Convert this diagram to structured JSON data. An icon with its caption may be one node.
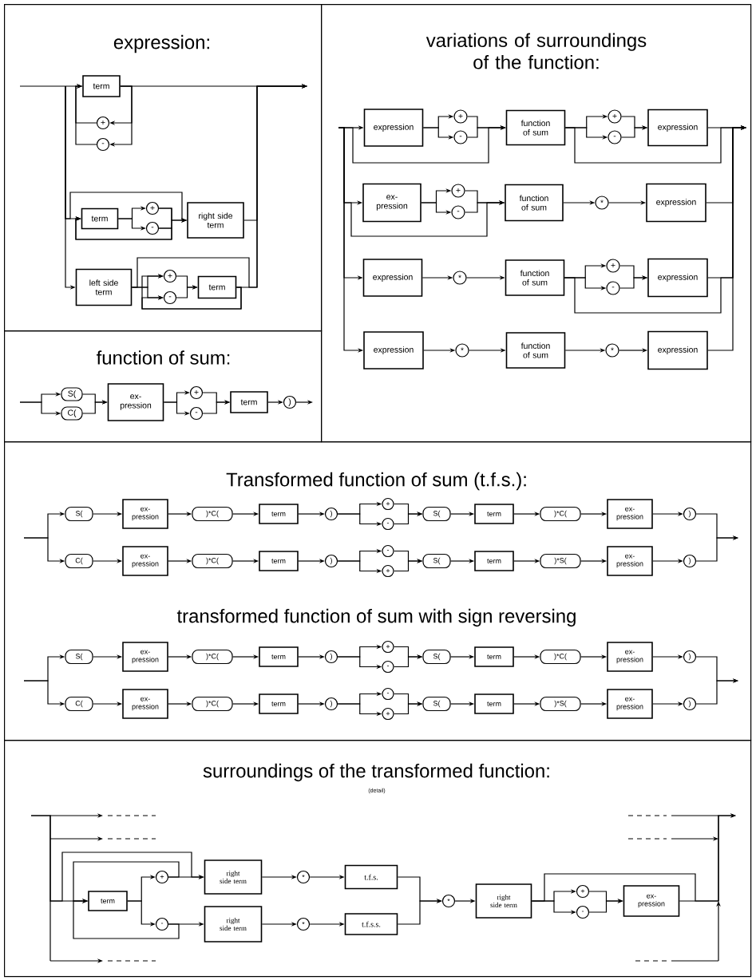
{
  "diagram": {
    "nodes": [
      {
        "text": [
          "expression:"
        ]
      },
      {
        "text": [
          "term"
        ],
        "in": 0
      },
      {
        "text": [
          "+"
        ],
        "in": 0
      },
      {
        "text": [
          "-"
        ],
        "in": 0
      },
      {
        "text": [
          "term"
        ],
        "in": 0
      },
      {
        "text": [
          "+"
        ],
        "in": 0
      },
      {
        "text": [
          "-"
        ],
        "in": 0
      },
      {
        "text": [
          "right side term"
        ],
        "in": 0
      },
      {
        "text": [
          "left side term"
        ],
        "in": 0
      },
      {
        "text": [
          "+"
        ],
        "in": 0
      },
      {
        "text": [
          "-"
        ],
        "in": 0
      },
      {
        "text": [
          "term"
        ],
        "in": 0
      },
      {
        "text": [
          "function of sum:"
        ]
      },
      {
        "text": [
          "S("
        ],
        "in": 12
      },
      {
        "text": [
          "C("
        ],
        "in": 12
      },
      {
        "text": [
          "ex- pression"
        ],
        "in": 12
      },
      {
        "text": [
          "+"
        ],
        "in": 12
      },
      {
        "text": [
          "-"
        ],
        "in": 12
      },
      {
        "text": [
          "term"
        ],
        "in": 12
      },
      {
        "text": [
          ")"
        ],
        "in": 12
      },
      {
        "text": [
          "variations of surroundings of the function:"
        ]
      },
      {
        "text": [
          "expression"
        ],
        "in": 20
      },
      {
        "text": [
          "+"
        ],
        "in": 20
      },
      {
        "text": [
          "-"
        ],
        "in": 20
      },
      {
        "text": [
          "function of sum"
        ],
        "in": 20
      },
      {
        "text": [
          "+"
        ],
        "in": 20
      },
      {
        "text": [
          "-"
        ],
        "in": 20
      },
      {
        "text": [
          "expression"
        ],
        "in": 20
      },
      {
        "text": [
          "ex- pression"
        ],
        "in": 20
      },
      {
        "text": [
          "+"
        ],
        "in": 20
      },
      {
        "text": [
          "-"
        ],
        "in": 20
      },
      {
        "text": [
          "function of sum"
        ],
        "in": 20
      },
      {
        "text": [
          "*"
        ],
        "in": 20
      },
      {
        "text": [
          "expression"
        ],
        "in": 20
      },
      {
        "text": [
          "expression"
        ],
        "in": 20
      },
      {
        "text": [
          "*"
        ],
        "in": 20
      },
      {
        "text": [
          "function of sum"
        ],
        "in": 20
      },
      {
        "text": [
          "+"
        ],
        "in": 20
      },
      {
        "text": [
          "-"
        ],
        "in": 20
      },
      {
        "text": [
          "expression"
        ],
        "in": 20
      },
      {
        "text": [
          "expression"
        ],
        "in": 20
      },
      {
        "text": [
          "*"
        ],
        "in": 20
      },
      {
        "text": [
          "function of sum"
        ],
        "in": 20
      },
      {
        "text": [
          "*"
        ],
        "in": 20
      },
      {
        "text": [
          "expression"
        ],
        "in": 20
      },
      {
        "text": [
          "Transformed function of sum (t.f.s.):",
          "transformed function of sum with sign reversing"
        ]
      },
      {
        "text": [
          "S("
        ],
        "in": 45
      },
      {
        "text": [
          "ex- pression"
        ],
        "in": 45
      },
      {
        "text": [
          ")*C("
        ],
        "in": 45
      },
      {
        "text": [
          "term"
        ],
        "in": 45
      },
      {
        "text": [
          ")"
        ],
        "in": 45
      },
      {
        "text": [
          "+"
        ],
        "in": 45
      },
      {
        "text": [
          "-"
        ],
        "in": 45
      },
      {
        "text": [
          "S("
        ],
        "in": 45
      },
      {
        "text": [
          "term"
        ],
        "in": 45
      },
      {
        "text": [
          ")*C("
        ],
        "in": 45
      },
      {
        "text": [
          "ex- pression"
        ],
        "in": 45
      },
      {
        "text": [
          ")"
        ],
        "in": 45
      },
      {
        "text": [
          "C("
        ],
        "in": 45
      },
      {
        "text": [
          "ex- pression"
        ],
        "in": 45
      },
      {
        "text": [
          ")*C("
        ],
        "in": 45
      },
      {
        "text": [
          "term"
        ],
        "in": 45
      },
      {
        "text": [
          ")"
        ],
        "in": 45
      },
      {
        "text": [
          "-"
        ],
        "in": 45
      },
      {
        "text": [
          "+"
        ],
        "in": 45
      },
      {
        "text": [
          "S("
        ],
        "in": 45
      },
      {
        "text": [
          "term"
        ],
        "in": 45
      },
      {
        "text": [
          ")*S("
        ],
        "in": 45
      },
      {
        "text": [
          "ex- pression"
        ],
        "in": 45
      },
      {
        "text": [
          ")"
        ],
        "in": 45
      },
      {
        "text": [
          "S("
        ],
        "in": 45
      },
      {
        "text": [
          "ex- pression"
        ],
        "in": 45
      },
      {
        "text": [
          ")*C("
        ],
        "in": 45
      },
      {
        "text": [
          "term"
        ],
        "in": 45
      },
      {
        "text": [
          ")"
        ],
        "in": 45
      },
      {
        "text": [
          "+"
        ],
        "in": 45
      },
      {
        "text": [
          "-"
        ],
        "in": 45
      },
      {
        "text": [
          "S("
        ],
        "in": 45
      },
      {
        "text": [
          "term"
        ],
        "in": 45
      },
      {
        "text": [
          ")*C("
        ],
        "in": 45
      },
      {
        "text": [
          "ex- pression"
        ],
        "in": 45
      },
      {
        "text": [
          ")"
        ],
        "in": 45
      },
      {
        "text": [
          "C("
        ],
        "in": 45
      },
      {
        "text": [
          "ex- pression"
        ],
        "in": 45
      },
      {
        "text": [
          ")*C("
        ],
        "in": 45
      },
      {
        "text": [
          "term"
        ],
        "in": 45
      },
      {
        "text": [
          ")"
        ],
        "in": 45
      },
      {
        "text": [
          "-"
        ],
        "in": 45
      },
      {
        "text": [
          "+"
        ],
        "in": 45
      },
      {
        "text": [
          "S("
        ],
        "in": 45
      },
      {
        "text": [
          "term"
        ],
        "in": 45
      },
      {
        "text": [
          ")*S("
        ],
        "in": 45
      },
      {
        "text": [
          "ex- pression"
        ],
        "in": 45
      },
      {
        "text": [
          ")"
        ],
        "in": 45
      },
      {
        "text": [
          "surroundings of the transformed function:",
          "(detail)"
        ]
      },
      {
        "text": [
          "term"
        ],
        "in": 94
      },
      {
        "text": [
          "+"
        ],
        "in": 94
      },
      {
        "text": [
          "-"
        ],
        "in": 94
      },
      {
        "text": [
          "right side term"
        ],
        "in": 94
      },
      {
        "text": [
          "right side term"
        ],
        "in": 94
      },
      {
        "text": [
          "*"
        ],
        "in": 94
      },
      {
        "text": [
          "*"
        ],
        "in": 94
      },
      {
        "text": [
          "t.f.s."
        ],
        "in": 94
      },
      {
        "text": [
          "t.f.s.s."
        ],
        "in": 94
      },
      {
        "text": [
          "*"
        ],
        "in": 94
      },
      {
        "text": [
          "right side term"
        ],
        "in": 94
      },
      {
        "text": [
          "+"
        ],
        "in": 94
      },
      {
        "text": [
          "-"
        ],
        "in": 94
      },
      {
        "text": [
          "ex- pression"
        ],
        "in": 94
      }
    ],
    "edges": [
      {
        "from": null,
        "to": 1,
        "arrow": "to"
      },
      {
        "from": 1,
        "to": 2,
        "arrow": "to"
      },
      {
        "from": 1,
        "to": 3,
        "arrow": "to"
      },
      {
        "from": 2,
        "to": 1,
        "arrow": "to"
      },
      {
        "from": 3,
        "to": 1,
        "arrow": "to"
      },
      {
        "from": 1,
        "to": null,
        "arrow": "to"
      },
      {
        "from": null,
        "to": 4,
        "arrow": "to"
      },
      {
        "from": null,
        "to": 7,
        "arrow": "to"
      },
      {
        "from": 4,
        "to": 5,
        "arrow": "to"
      },
      {
        "from": 4,
        "to": 6,
        "arrow": "to"
      },
      {
        "from": 5,
        "to": 7,
        "arrow": "to"
      },
      {
        "from": 6,
        "to": 7,
        "arrow": "to"
      },
      {
        "from": 5,
        "to": 4,
        "arrow": "to"
      },
      {
        "from": 6,
        "to": 4,
        "arrow": "to"
      },
      {
        "from": 7,
        "to": null,
        "arrow": "to"
      },
      {
        "from": null,
        "to": 8,
        "arrow": "to"
      },
      {
        "from": 8,
        "to": 9,
        "arrow": "to"
      },
      {
        "from": 8,
        "to": 10,
        "arrow": "to"
      },
      {
        "from": 9,
        "to": 11,
        "arrow": "to"
      },
      {
        "from": 10,
        "to": 11,
        "arrow": "to"
      },
      {
        "from": 11,
        "to": 9,
        "arrow": "to"
      },
      {
        "from": 11,
        "to": 10,
        "arrow": "to"
      },
      {
        "from": 11,
        "to": null,
        "arrow": "to"
      },
      {
        "from": 8,
        "to": null,
        "arrow": "to"
      },
      {
        "from": null,
        "to": 13,
        "arrow": "to"
      },
      {
        "from": null,
        "to": 14,
        "arrow": "to"
      },
      {
        "from": 13,
        "to": 15,
        "arrow": "to"
      },
      {
        "from": 14,
        "to": 15,
        "arrow": "to"
      },
      {
        "from": 15,
        "to": 16,
        "arrow": "to"
      },
      {
        "from": 15,
        "to": 17,
        "arrow": "to"
      },
      {
        "from": 16,
        "to": 18,
        "arrow": "to"
      },
      {
        "from": 17,
        "to": 18,
        "arrow": "to"
      },
      {
        "from": 18,
        "to": 19,
        "arrow": "to"
      },
      {
        "from": 19,
        "to": null,
        "arrow": "to"
      },
      {
        "from": null,
        "to": 21,
        "arrow": "to"
      },
      {
        "from": null,
        "to": 24,
        "arrow": "to"
      },
      {
        "from": 21,
        "to": 22,
        "arrow": "to"
      },
      {
        "from": 21,
        "to": 23,
        "arrow": "to"
      },
      {
        "from": 22,
        "to": 24,
        "arrow": "to"
      },
      {
        "from": 23,
        "to": 24,
        "arrow": "to"
      },
      {
        "from": 24,
        "to": 25,
        "arrow": "to"
      },
      {
        "from": 24,
        "to": 26,
        "arrow": "to"
      },
      {
        "from": 24,
        "to": null,
        "arrow": "to"
      },
      {
        "from": 25,
        "to": 27,
        "arrow": "to"
      },
      {
        "from": 26,
        "to": 27,
        "arrow": "to"
      },
      {
        "from": 27,
        "to": null,
        "arrow": "to"
      },
      {
        "from": null,
        "to": 28,
        "arrow": "to"
      },
      {
        "from": null,
        "to": 31,
        "arrow": "to"
      },
      {
        "from": 28,
        "to": 29,
        "arrow": "to"
      },
      {
        "from": 28,
        "to": 30,
        "arrow": "to"
      },
      {
        "from": 29,
        "to": 31,
        "arrow": "to"
      },
      {
        "from": 30,
        "to": 31,
        "arrow": "to"
      },
      {
        "from": 31,
        "to": 32,
        "arrow": "to"
      },
      {
        "from": 32,
        "to": 33,
        "arrow": "to"
      },
      {
        "from": 33,
        "to": null,
        "arrow": "to"
      },
      {
        "from": null,
        "to": 34,
        "arrow": "to"
      },
      {
        "from": 34,
        "to": 35,
        "arrow": "to"
      },
      {
        "from": 35,
        "to": 36,
        "arrow": "to"
      },
      {
        "from": 36,
        "to": 37,
        "arrow": "to"
      },
      {
        "from": 36,
        "to": 38,
        "arrow": "to"
      },
      {
        "from": 36,
        "to": null,
        "arrow": "to"
      },
      {
        "from": 37,
        "to": 39,
        "arrow": "to"
      },
      {
        "from": 38,
        "to": 39,
        "arrow": "to"
      },
      {
        "from": 39,
        "to": null,
        "arrow": "to"
      },
      {
        "from": null,
        "to": 40,
        "arrow": "to"
      },
      {
        "from": 40,
        "to": 41,
        "arrow": "to"
      },
      {
        "from": 41,
        "to": 42,
        "arrow": "to"
      },
      {
        "from": 42,
        "to": 43,
        "arrow": "to"
      },
      {
        "from": 43,
        "to": 44,
        "arrow": "to"
      },
      {
        "from": 44,
        "to": null,
        "arrow": "to"
      },
      {
        "from": null,
        "to": 46,
        "arrow": "to"
      },
      {
        "from": null,
        "to": 58,
        "arrow": "to"
      },
      {
        "from": 46,
        "to": 47,
        "arrow": "to"
      },
      {
        "from": 47,
        "to": 48,
        "arrow": "to"
      },
      {
        "from": 48,
        "to": 49,
        "arrow": "to"
      },
      {
        "from": 49,
        "to": 50,
        "arrow": "to"
      },
      {
        "from": 50,
        "to": 51,
        "arrow": "to"
      },
      {
        "from": 50,
        "to": 52,
        "arrow": "to"
      },
      {
        "from": 51,
        "to": 53,
        "arrow": "to"
      },
      {
        "from": 52,
        "to": 53,
        "arrow": "to"
      },
      {
        "from": 53,
        "to": 54,
        "arrow": "to"
      },
      {
        "from": 54,
        "to": 55,
        "arrow": "to"
      },
      {
        "from": 55,
        "to": 56,
        "arrow": "to"
      },
      {
        "from": 56,
        "to": 57,
        "arrow": "to"
      },
      {
        "from": 57,
        "to": null,
        "arrow": "to"
      },
      {
        "from": 58,
        "to": 59,
        "arrow": "to"
      },
      {
        "from": 59,
        "to": 60,
        "arrow": "to"
      },
      {
        "from": 60,
        "to": 61,
        "arrow": "to"
      },
      {
        "from": 61,
        "to": 62,
        "arrow": "to"
      },
      {
        "from": 62,
        "to": 63,
        "arrow": "to"
      },
      {
        "from": 62,
        "to": 64,
        "arrow": "to"
      },
      {
        "from": 63,
        "to": 65,
        "arrow": "to"
      },
      {
        "from": 64,
        "to": 65,
        "arrow": "to"
      },
      {
        "from": 65,
        "to": 66,
        "arrow": "to"
      },
      {
        "from": 66,
        "to": 67,
        "arrow": "to"
      },
      {
        "from": 67,
        "to": 68,
        "arrow": "to"
      },
      {
        "from": 68,
        "to": 69,
        "arrow": "to"
      },
      {
        "from": 69,
        "to": null,
        "arrow": "to"
      },
      {
        "from": null,
        "to": 70,
        "arrow": "to"
      },
      {
        "from": null,
        "to": 82,
        "arrow": "to"
      },
      {
        "from": 70,
        "to": 71,
        "arrow": "to"
      },
      {
        "from": 71,
        "to": 72,
        "arrow": "to"
      },
      {
        "from": 72,
        "to": 73,
        "arrow": "to"
      },
      {
        "from": 73,
        "to": 74,
        "arrow": "to"
      },
      {
        "from": 74,
        "to": 75,
        "arrow": "to"
      },
      {
        "from": 74,
        "to": 76,
        "arrow": "to"
      },
      {
        "from": 75,
        "to": 77,
        "arrow": "to"
      },
      {
        "from": 76,
        "to": 77,
        "arrow": "to"
      },
      {
        "from": 77,
        "to": 78,
        "arrow": "to"
      },
      {
        "from": 78,
        "to": 79,
        "arrow": "to"
      },
      {
        "from": 79,
        "to": 80,
        "arrow": "to"
      },
      {
        "from": 80,
        "to": 81,
        "arrow": "to"
      },
      {
        "from": 81,
        "to": null,
        "arrow": "to"
      },
      {
        "from": 82,
        "to": 83,
        "arrow": "to"
      },
      {
        "from": 83,
        "to": 84,
        "arrow": "to"
      },
      {
        "from": 84,
        "to": 85,
        "arrow": "to"
      },
      {
        "from": 85,
        "to": 86,
        "arrow": "to"
      },
      {
        "from": 86,
        "to": 87,
        "arrow": "to"
      },
      {
        "from": 86,
        "to": 88,
        "arrow": "to"
      },
      {
        "from": 87,
        "to": 89,
        "arrow": "to"
      },
      {
        "from": 88,
        "to": 89,
        "arrow": "to"
      },
      {
        "from": 89,
        "to": 90,
        "arrow": "to"
      },
      {
        "from": 90,
        "to": 91,
        "arrow": "to"
      },
      {
        "from": 91,
        "to": 92,
        "arrow": "to"
      },
      {
        "from": 92,
        "to": 93,
        "arrow": "to"
      },
      {
        "from": 93,
        "to": null,
        "arrow": "to"
      },
      {
        "from": null,
        "to": 95,
        "arrow": "to"
      },
      {
        "from": null,
        "to": 98,
        "arrow": "to"
      },
      {
        "from": 95,
        "to": 96,
        "arrow": "to"
      },
      {
        "from": 95,
        "to": 97,
        "arrow": "to"
      },
      {
        "from": 96,
        "to": 98,
        "arrow": "to"
      },
      {
        "from": 97,
        "to": 99,
        "arrow": "to"
      },
      {
        "from": 96,
        "to": 95,
        "arrow": "to"
      },
      {
        "from": 97,
        "to": 95,
        "arrow": "to"
      },
      {
        "from": 98,
        "to": 100,
        "arrow": "to"
      },
      {
        "from": 99,
        "to": 101,
        "arrow": "to"
      },
      {
        "from": 100,
        "to": 102,
        "arrow": "to"
      },
      {
        "from": 101,
        "to": 103,
        "arrow": "to"
      },
      {
        "from": 102,
        "to": 104,
        "arrow": "to"
      },
      {
        "from": 103,
        "to": 104,
        "arrow": "to"
      },
      {
        "from": 104,
        "to": 105,
        "arrow": "to"
      },
      {
        "from": 105,
        "to": 106,
        "arrow": "to"
      },
      {
        "from": 105,
        "to": 107,
        "arrow": "to"
      },
      {
        "from": 106,
        "to": 108,
        "arrow": "to"
      },
      {
        "from": 107,
        "to": 108,
        "arrow": "to"
      },
      {
        "from": 108,
        "to": null,
        "arrow": "to"
      },
      {
        "from": 105,
        "to": null,
        "arrow": "to"
      }
    ]
  }
}
